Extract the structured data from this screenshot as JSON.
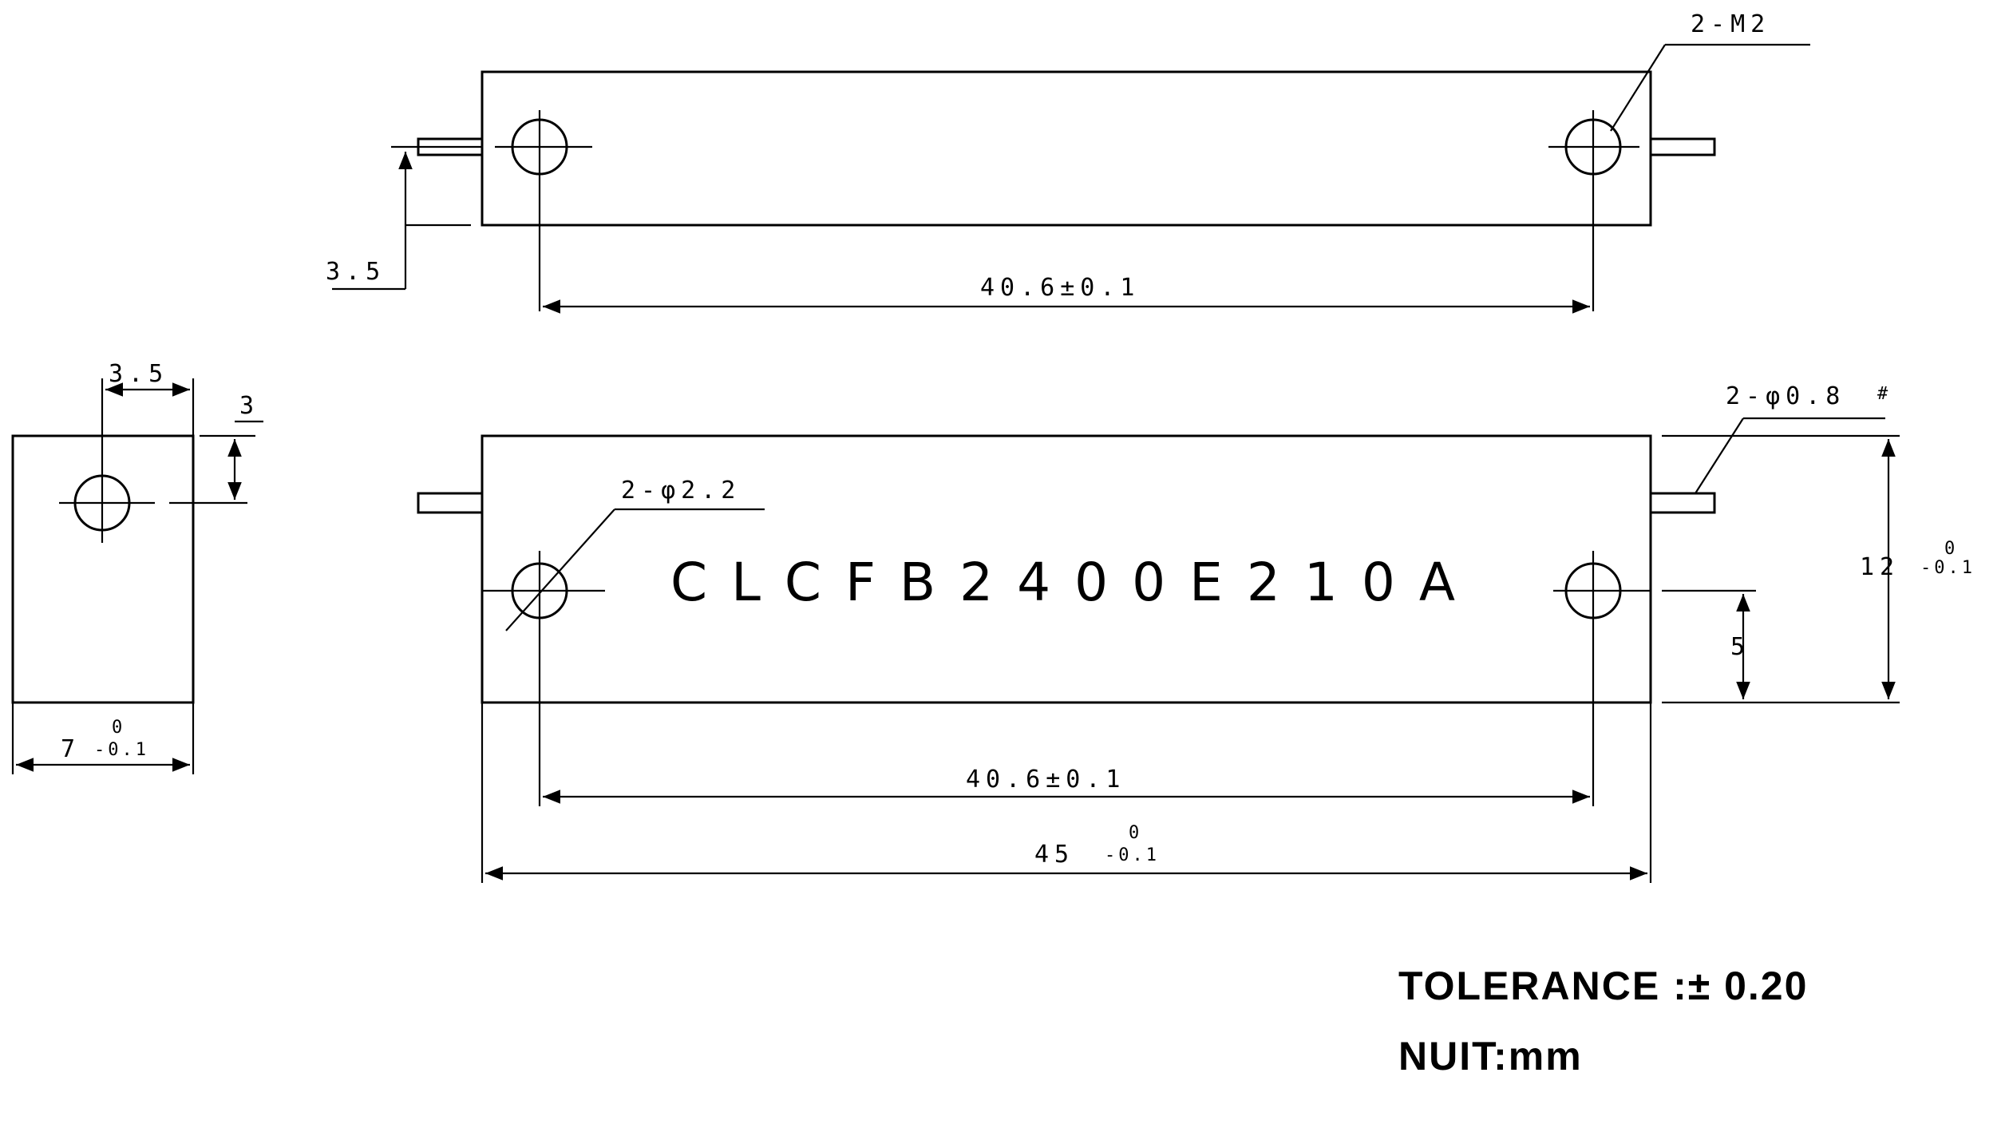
{
  "part_number": "CLCFB2400E210A",
  "labels": {
    "top_mount_spacing": "40.6±0.1",
    "top_mount_holes": "2-M2",
    "top_pin_offset": "3.5",
    "side_pin_offset": "3.5",
    "side_pin_height": "3",
    "side_width": "7",
    "side_width_tol_upper": "0",
    "side_width_tol_lower": "-0.1",
    "front_holes": "2-φ2.2",
    "front_pins": "2-φ0.8",
    "front_height": "12",
    "front_height_tol_upper": "0",
    "front_height_tol_lower": "-0.1",
    "front_pin_height": "5",
    "front_hole_spacing": "40.6±0.1",
    "front_length": "45",
    "front_length_tol_upper": "0",
    "front_length_tol_lower": "-0.1"
  },
  "notes": {
    "tolerance": "TOLERANCE :± 0.20",
    "unit": "NUIT:mm"
  }
}
